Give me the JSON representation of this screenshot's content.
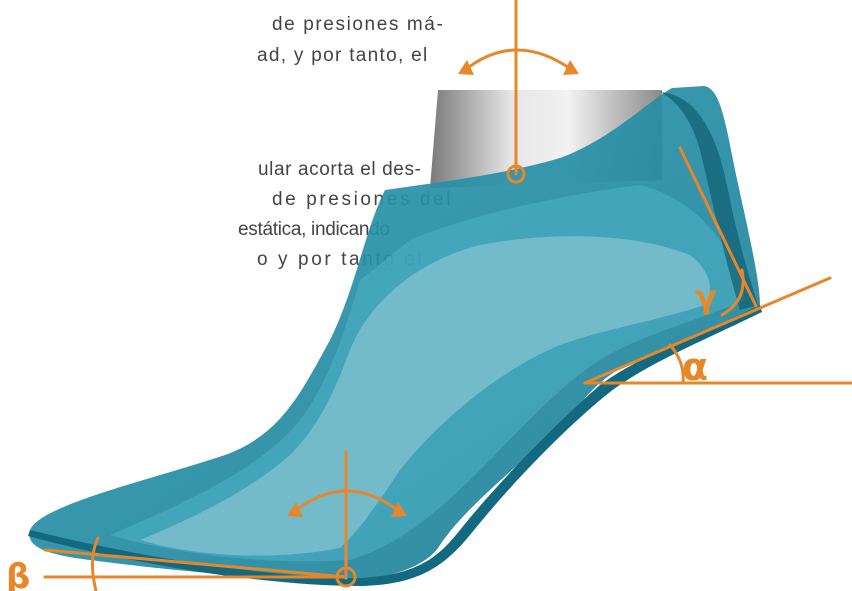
{
  "paragraph_1": {
    "lines": [
      "de presiones má-",
      "ad, y por tanto, el"
    ]
  },
  "paragraph_2": {
    "lines": [
      "ular acorta el des-",
      "de presiones del",
      "estática, indicando",
      "o y por tanto el"
    ]
  },
  "angle_labels": {
    "alpha": "α",
    "beta": "β",
    "gamma": "γ"
  },
  "colors": {
    "shoe_teal": "#2a8fa6",
    "shoe_dark": "#136a80",
    "accent_orange": "#e8872a",
    "text": "#444444",
    "bone": "#cfe6ea"
  }
}
